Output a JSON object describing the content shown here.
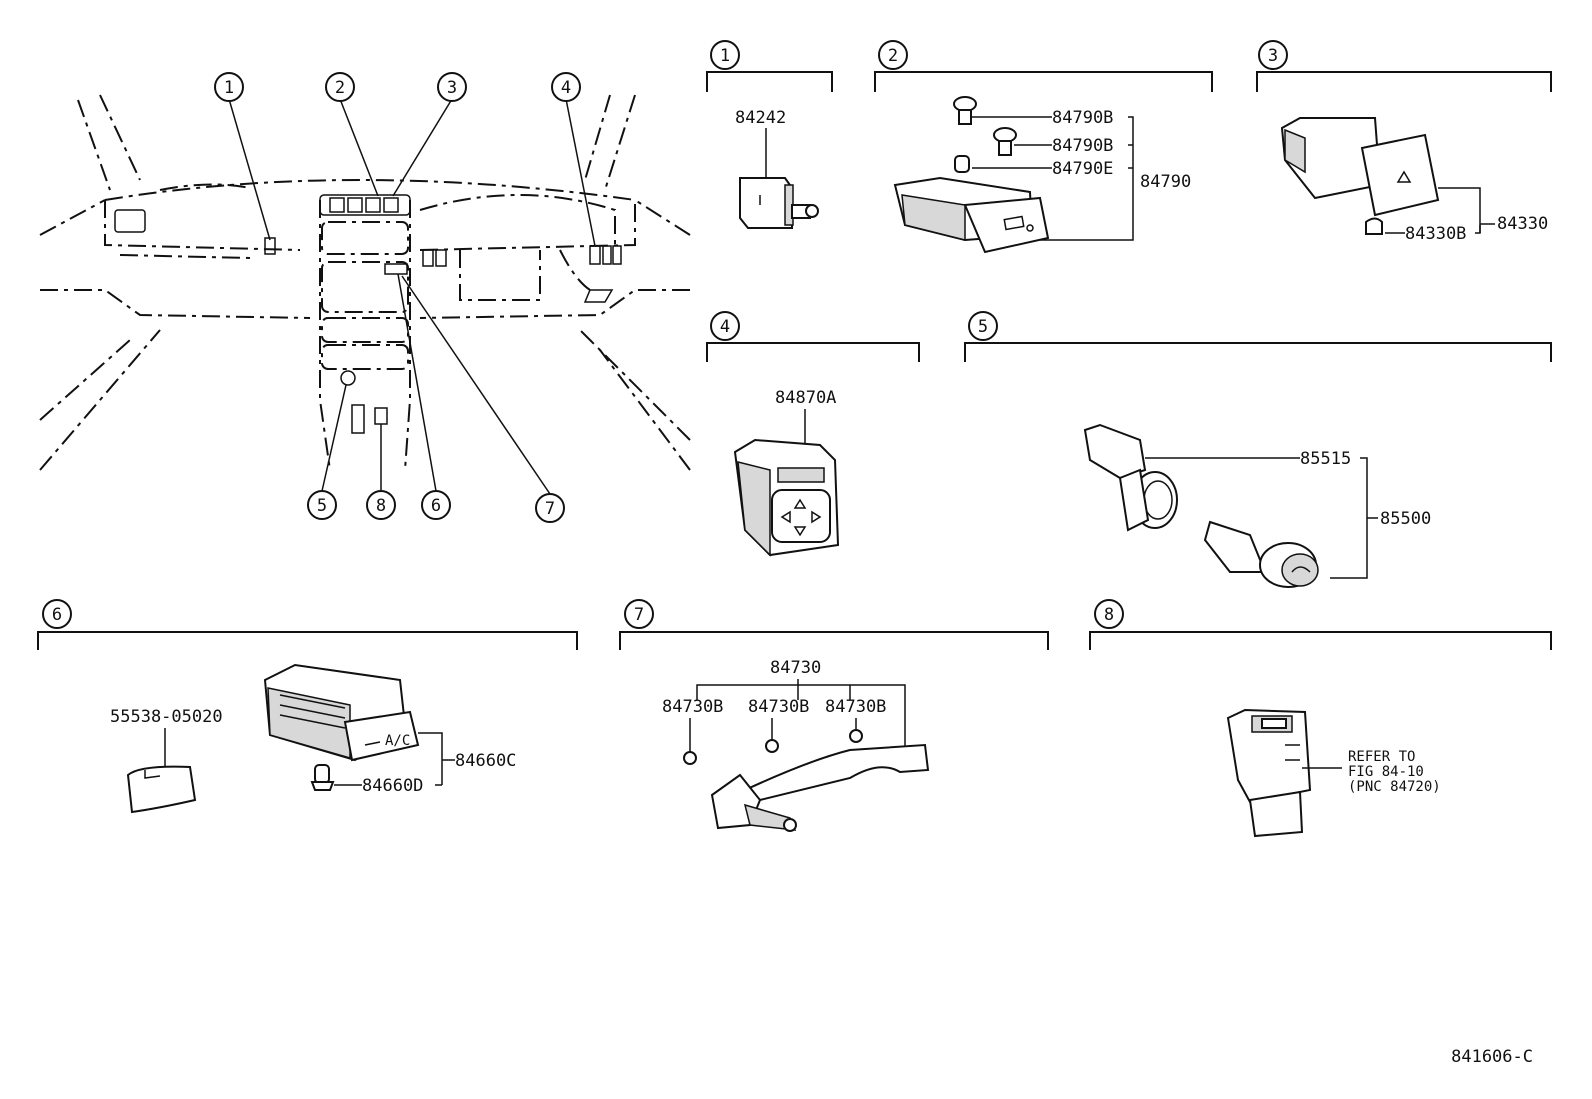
{
  "diagram_ref": "841606-C",
  "callouts": {
    "c1": "1",
    "c2": "2",
    "c3": "3",
    "c4": "4",
    "c5": "5",
    "c6": "6",
    "c7": "7",
    "c8": "8"
  },
  "sections": {
    "s1": {
      "num": "1",
      "parts": {
        "p1": "84242"
      }
    },
    "s2": {
      "num": "2",
      "parts": {
        "p1": "84790B",
        "p2": "84790B",
        "p3": "84790E",
        "p4": "84790"
      }
    },
    "s3": {
      "num": "3",
      "parts": {
        "p1": "84330",
        "p2": "84330B"
      }
    },
    "s4": {
      "num": "4",
      "parts": {
        "p1": "84870A"
      }
    },
    "s5": {
      "num": "5",
      "parts": {
        "p1": "85515",
        "p2": "85500"
      }
    },
    "s6": {
      "num": "6",
      "parts": {
        "p1": "55538-05020",
        "p2": "84660C",
        "p3": "84660D",
        "ac": "A/C"
      }
    },
    "s7": {
      "num": "7",
      "parts": {
        "p1": "84730",
        "p2": "84730B",
        "p3": "84730B",
        "p4": "84730B"
      }
    },
    "s8": {
      "num": "8",
      "refer": {
        "l1": "REFER TO",
        "l2": "FIG 84-10",
        "l3": "(PNC 84720)"
      }
    }
  }
}
